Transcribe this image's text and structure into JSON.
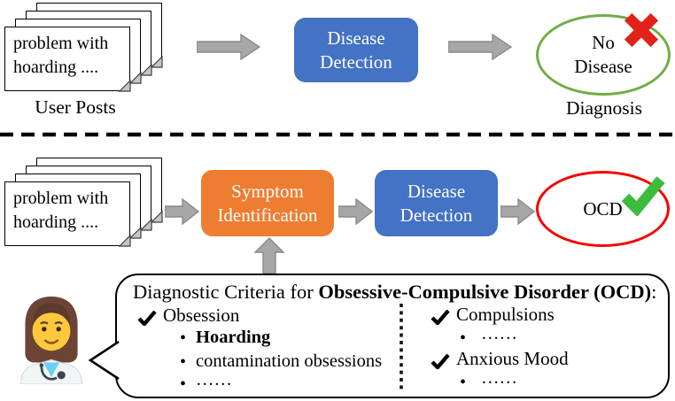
{
  "colors": {
    "detection_box_blue": "#4472C4",
    "symptom_box_orange": "#ED7D31",
    "arrow_gray": "#A7A7A7",
    "no_disease_ellipse_green": "#70AD47",
    "ocd_ellipse_red": "#F50000",
    "cross_red": "#E3211B",
    "check_green": "#3CBC3C"
  },
  "glyphs": {
    "bullet_char": "•"
  },
  "top_flow": {
    "doc_stack": {
      "line1": "problem with",
      "line2": "hoarding ....",
      "label": "User Posts"
    },
    "detection_box": "Disease Detection",
    "result": {
      "text": "No Disease",
      "mark": "red-cross",
      "label": "Diagnosis"
    }
  },
  "bottom_flow": {
    "doc_stack": {
      "line1": "problem with",
      "line2": "hoarding ...."
    },
    "symptom_box": "Symptom Identification",
    "detection_box": "Disease Detection",
    "result": {
      "text": "OCD",
      "mark": "green-check"
    }
  },
  "criteria": {
    "title_prefix": "Diagnostic Criteria for ",
    "title_bold": "Obsessive-Compulsive Disorder (OCD)",
    "title_suffix": ":",
    "left": {
      "heading": "Obsession",
      "bullets": [
        "Hoarding",
        "contamination obsessions",
        "……"
      ]
    },
    "right": [
      {
        "heading": "Compulsions",
        "bullets": [
          "……"
        ]
      },
      {
        "heading": "Anxious Mood",
        "bullets": [
          "……"
        ]
      }
    ]
  },
  "doctor": {
    "icon": "woman-health-worker-emoji"
  }
}
